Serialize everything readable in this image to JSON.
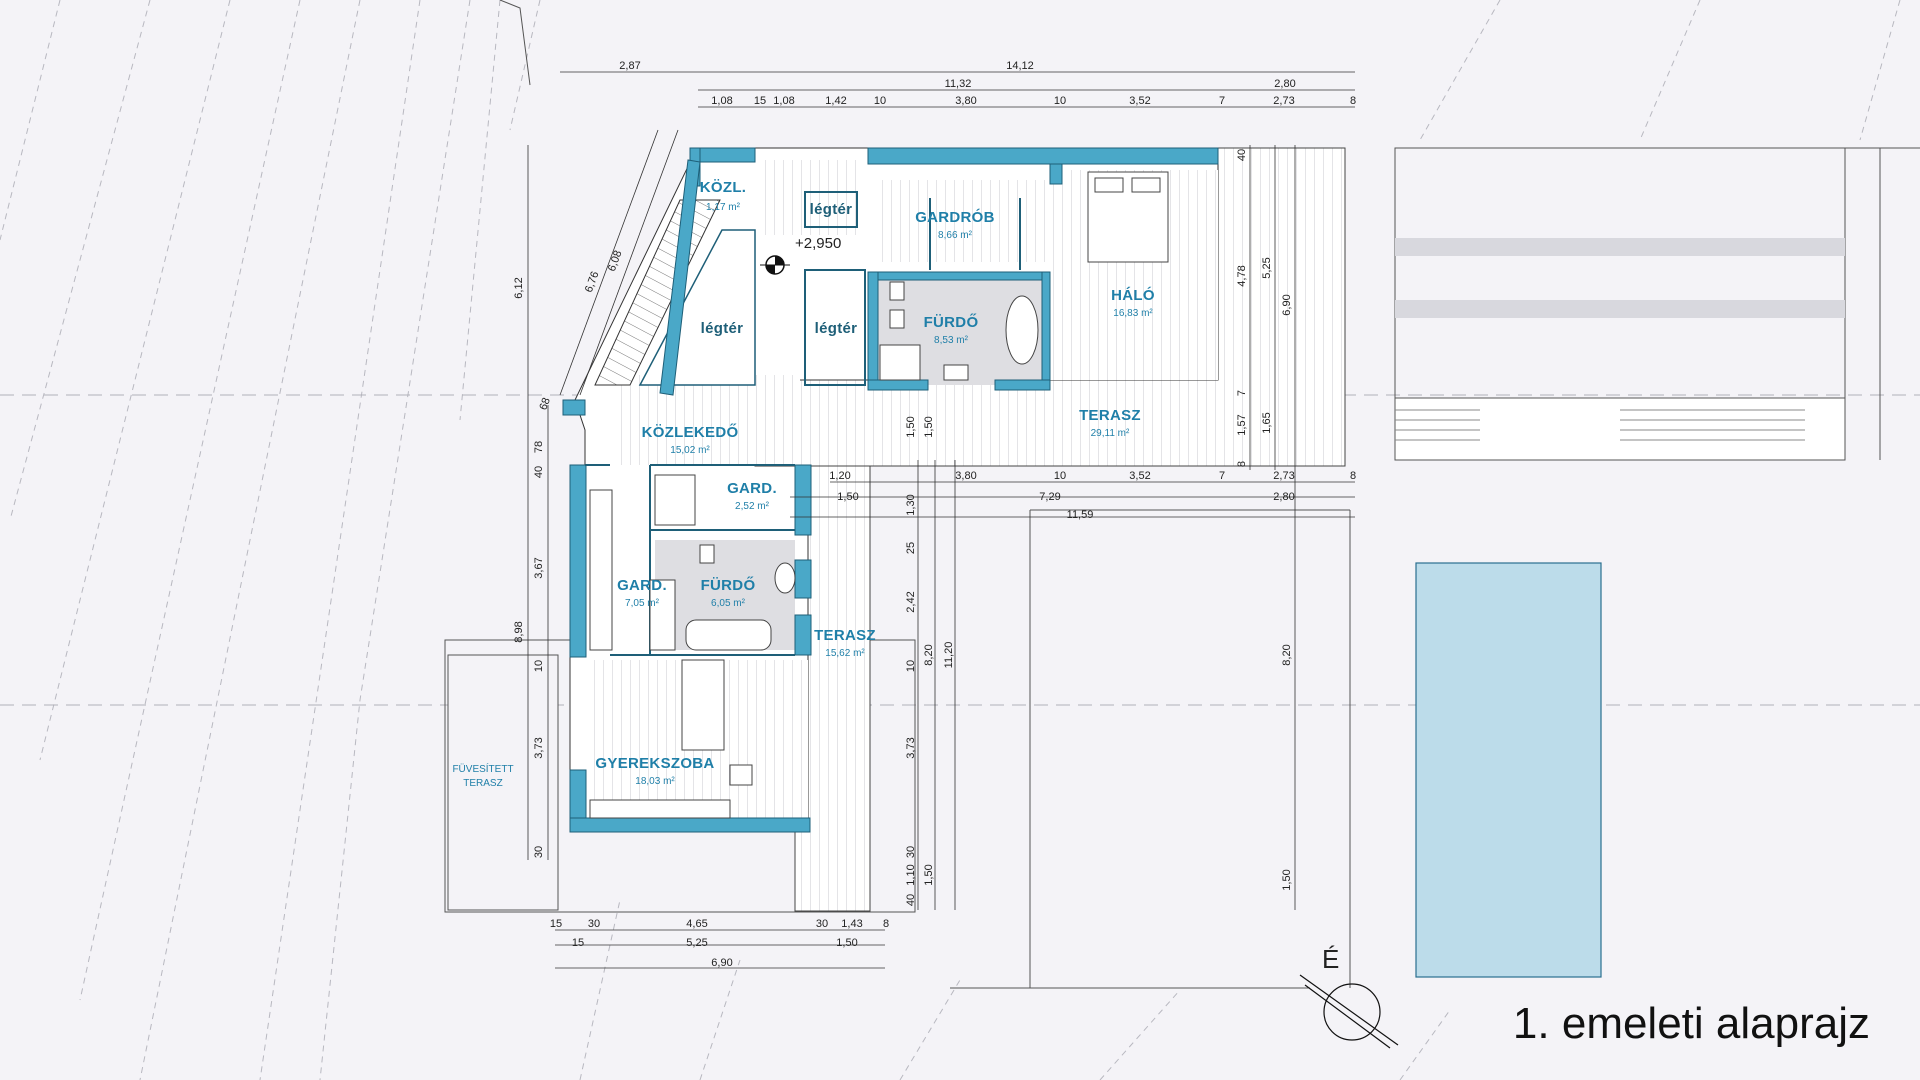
{
  "title": "1. emeleti alaprajz",
  "north_label": "É",
  "level_mark": "+2,950",
  "colors": {
    "wall": "#4aa8c8",
    "wall_dark": "#1e5f78",
    "pool": "#bcdcea",
    "text": "#1f7fa8",
    "floor": "#ffffff",
    "background": "#f4f3f7"
  },
  "icons": {
    "north": "north-arrow-icon",
    "level": "level-marker-icon"
  },
  "rooms": {
    "kozl": {
      "name": "KÖZL.",
      "area": "1,17 m²"
    },
    "legter1": {
      "name": "légtér"
    },
    "legter2": {
      "name": "légtér"
    },
    "legter3": {
      "name": "légtér"
    },
    "gardrob": {
      "name": "GARDRÓB",
      "area": "8,66 m²"
    },
    "furdo1": {
      "name": "FÜRDŐ",
      "area": "8,53 m²"
    },
    "halo": {
      "name": "HÁLÓ",
      "area": "16,83 m²"
    },
    "terasz1": {
      "name": "TERASZ",
      "area": "29,11 m²"
    },
    "kozlekedo": {
      "name": "KÖZLEKEDŐ",
      "area": "15,02 m²"
    },
    "gard1": {
      "name": "GARD.",
      "area": "2,52 m²"
    },
    "gard2": {
      "name": "GARD.",
      "area": "7,05 m²"
    },
    "furdo2": {
      "name": "FÜRDŐ",
      "area": "6,05 m²"
    },
    "terasz2": {
      "name": "TERASZ",
      "area": "15,62 m²"
    },
    "gyerekszoba": {
      "name": "GYEREKSZOBA",
      "area": "18,03 m²"
    },
    "fuvesitett1": {
      "name": "FÜVESÍTETT"
    },
    "fuvesitett2": {
      "name": "TERASZ"
    }
  },
  "dims": {
    "top1": [
      "2,87",
      "14,12"
    ],
    "top2": [
      "11,32",
      "2,80"
    ],
    "top3": [
      "1,08",
      "15",
      "1,08",
      "1,42",
      "10",
      "3,80",
      "10",
      "3,52",
      "7",
      "2,73",
      "8"
    ],
    "mid1": [
      "1,20",
      "3,80",
      "10",
      "3,52",
      "7",
      "2,73",
      "8"
    ],
    "mid2": [
      "1,50",
      "7,29",
      "2,80"
    ],
    "mid3": [
      "11,59"
    ],
    "bot1": [
      "15",
      "30",
      "4,65",
      "30",
      "1,43",
      "8"
    ],
    "bot2": [
      "15",
      "5,25",
      "1,50"
    ],
    "bot3": [
      "6,90"
    ],
    "left": [
      "6,12",
      "6,76",
      "6,08",
      "68",
      "78",
      "40",
      "3,67",
      "8,98",
      "10",
      "3,73",
      "30"
    ],
    "right": [
      "40",
      "4,78",
      "5,25",
      "6,90",
      "7",
      "1,57",
      "1,65",
      "8"
    ],
    "center": [
      "1,50",
      "1,50",
      "1,30",
      "25",
      "2,42",
      "10",
      "8,20",
      "11,20",
      "3,73",
      "30",
      "1,10",
      "1,50",
      "40",
      "8,20",
      "1,50"
    ]
  }
}
